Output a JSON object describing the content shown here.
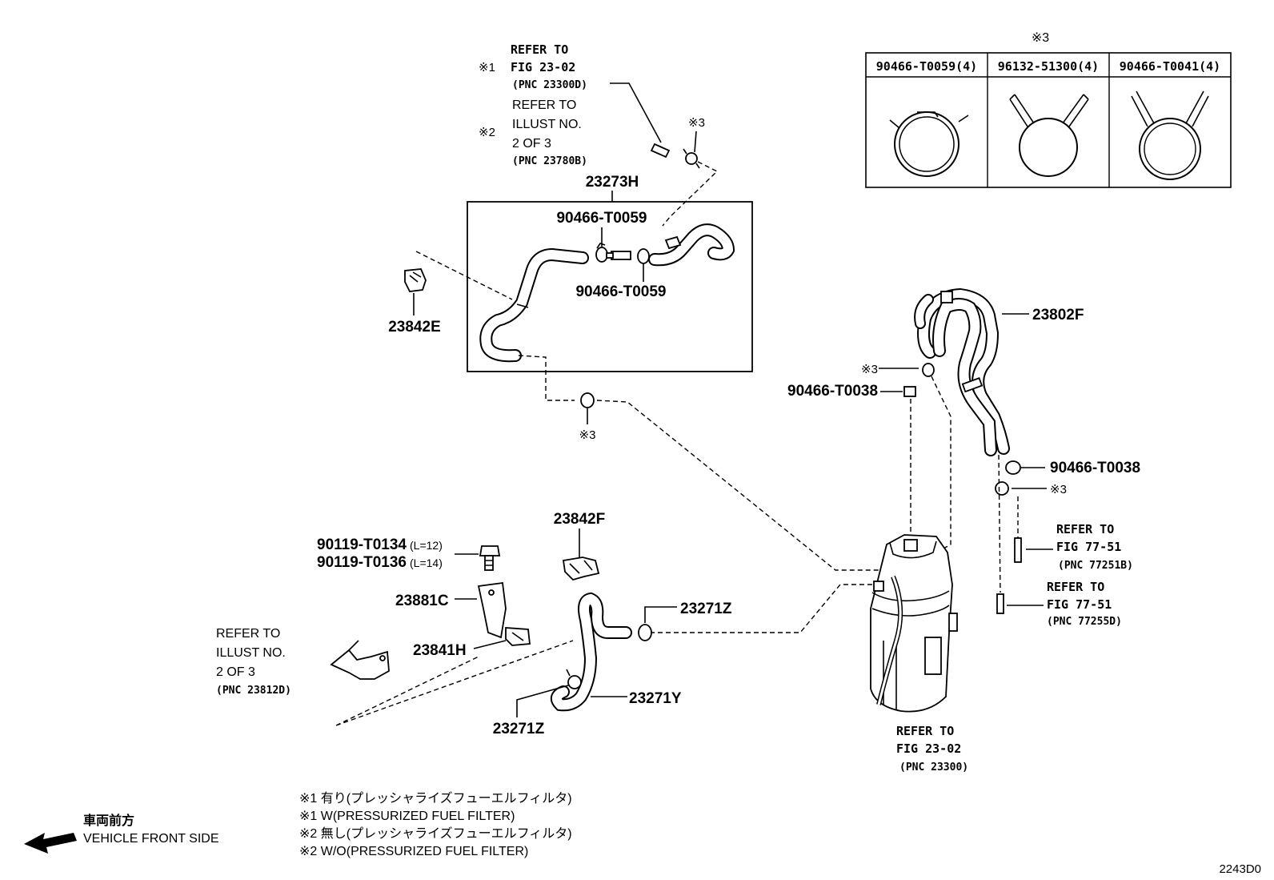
{
  "diagram_code": "2243D0",
  "table": {
    "title": "※3",
    "headers": [
      "90466-T0059(4)",
      "96132-51300(4)",
      "90466-T0041(4)"
    ]
  },
  "top_refer": {
    "n1_mark": "※1",
    "n1_line1": "REFER TO",
    "n1_line2": "FIG 23-02",
    "n1_line3": "(PNC 23300D)",
    "n2_mark": "※2",
    "n2_line1": "REFER TO",
    "n2_line2": "ILLUST NO.",
    "n2_line3": "2 OF 3",
    "n2_line4": "(PNC 23780B)"
  },
  "labels": {
    "note3_top": "※3",
    "box_part": "23273H",
    "clamp_a": "90466-T0059",
    "clamp_b": "90466-T0059",
    "bracket_e": "23842E",
    "note3_mid": "※3",
    "hose_f": "23802F",
    "note3_right": "※3",
    "clamp_t38_left": "90466-T0038",
    "clamp_t38_right": "90466-T0038",
    "note3_right2": "※3",
    "refer_77_b_1": "REFER TO",
    "refer_77_b_2": "FIG 77-51",
    "refer_77_b_3": "(PNC 77251B)",
    "refer_77_d_1": "REFER TO",
    "refer_77_d_2": "FIG 77-51",
    "refer_77_d_3": "(PNC 77255D)",
    "bracket_f": "23842F",
    "bolt_1": "90119-T0134",
    "bolt_1_len": "(L=12)",
    "bolt_2": "90119-T0136",
    "bolt_2_len": "(L=14)",
    "bracket_c": "23881C",
    "bracket_h": "23841H",
    "clip_z_top": "23271Z",
    "hose_y": "23271Y",
    "clip_z_bottom": "23271Z",
    "refer_ill_1": "REFER TO",
    "refer_ill_2": "ILLUST NO.",
    "refer_ill_3": "2 OF 3",
    "refer_ill_4": "(PNC 23812D)",
    "refer_fig_1": "REFER TO",
    "refer_fig_2": "FIG 23-02",
    "refer_fig_3": "(PNC 23300)"
  },
  "notes": [
    "※1 有り(プレッシャライズフューエルフィルタ)",
    "※1 W(PRESSURIZED FUEL FILTER)",
    "※2 無し(プレッシャライズフューエルフィルタ)",
    "※2 W/O(PRESSURIZED FUEL FILTER)"
  ],
  "direction": {
    "jp": "車両前方",
    "en": "VEHICLE FRONT SIDE"
  }
}
